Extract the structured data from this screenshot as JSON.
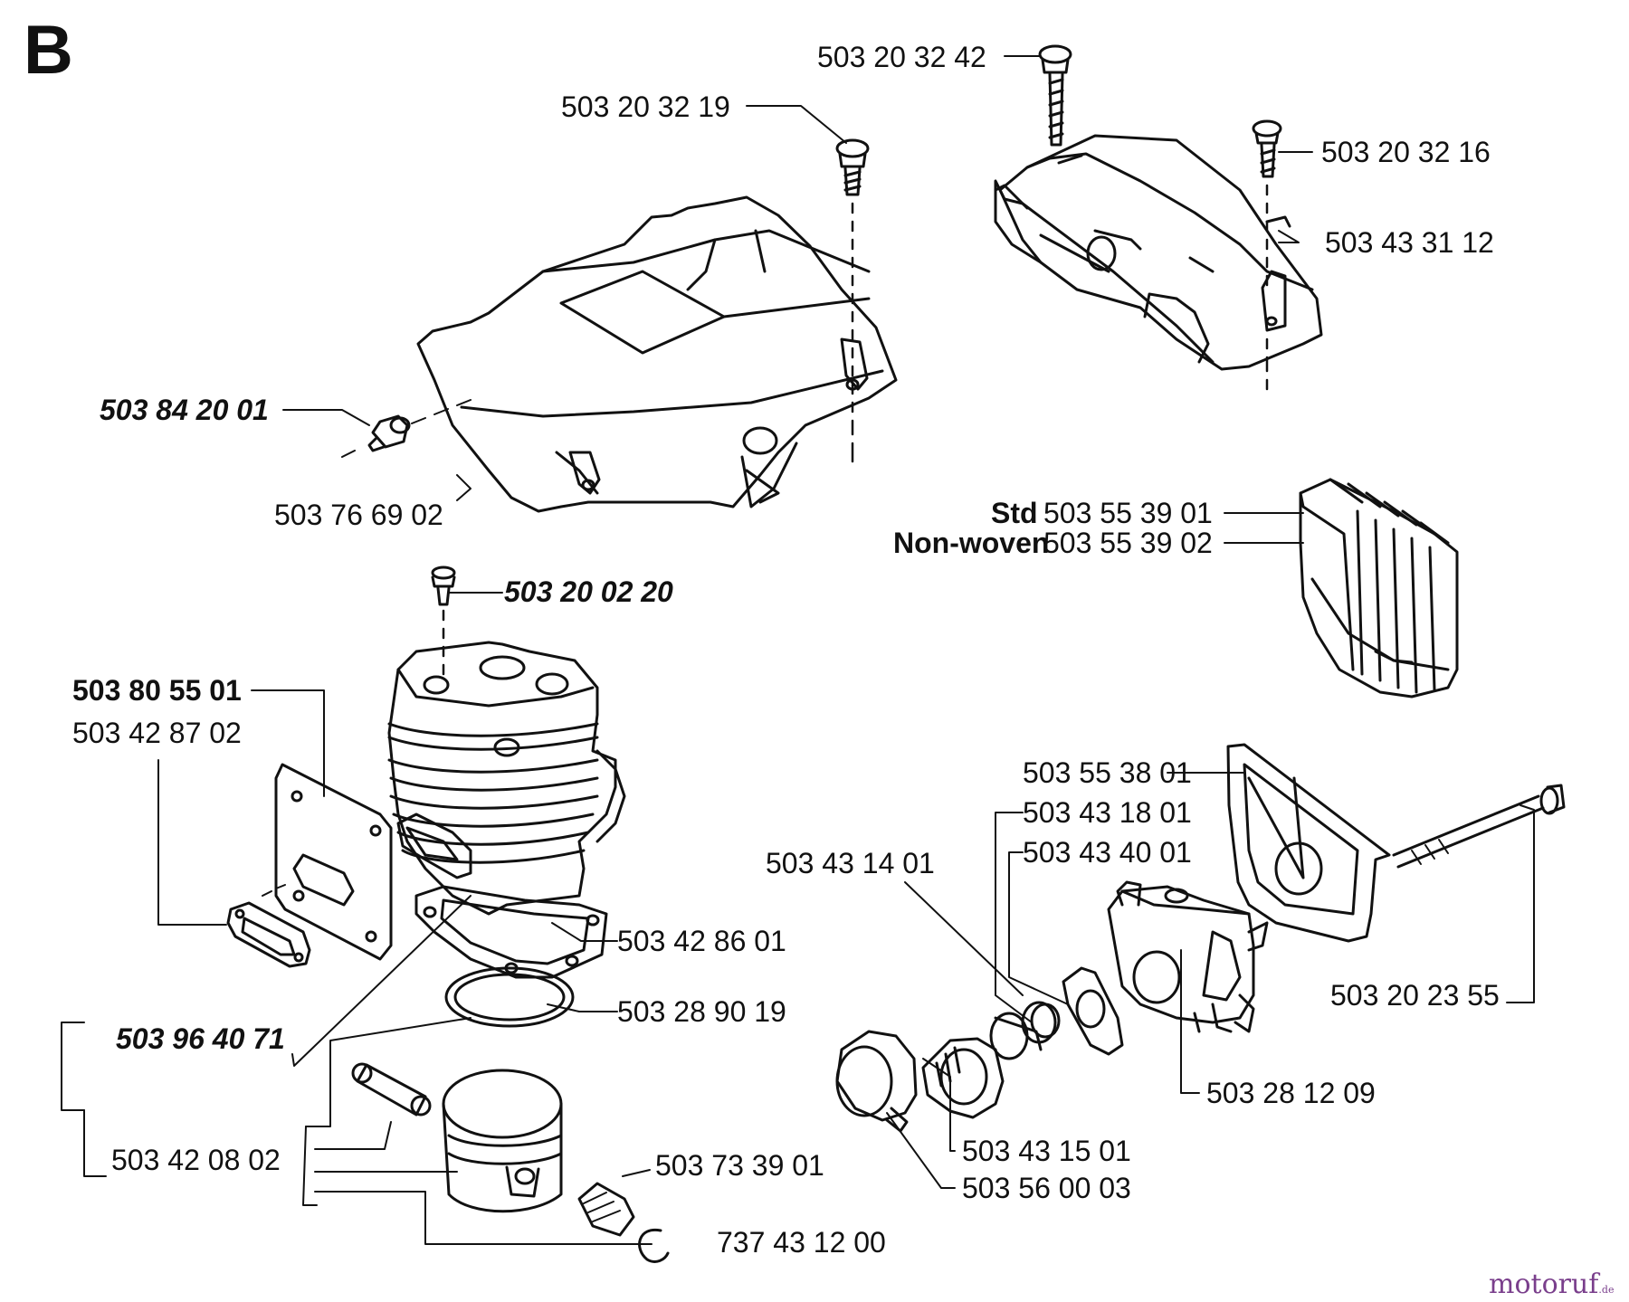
{
  "section_letter": "B",
  "watermark": {
    "brand": "motoruf",
    "suffix": ".de"
  },
  "colors": {
    "ink": "#111111",
    "watermark_brand": "#7a3f8c",
    "watermark_accent": "#c79a2b"
  },
  "labels": {
    "p_5032032_42": "503 20 32 42",
    "p_5032032_19": "503 20 32 19",
    "p_5032032_16": "503 20 32 16",
    "p_503433112": "503 43 31 12",
    "p_503842001": "503 84 20 01",
    "p_503766902": "503 76 69 02",
    "std_prefix": "Std",
    "p_503553901": "503 55 39 01",
    "nonwoven_prefix": "Non-woven",
    "p_503553902": "503 55 39 02",
    "p_503200220": "503 20 02 20",
    "p_503805501": "503 80 55 01",
    "p_503428702": "503 42 87 02",
    "p_503553801": "503 55 38 01",
    "p_503431801": "503 43 18 01",
    "p_503434001": "503 43 40 01",
    "p_503431401": "503 43 14 01",
    "p_503428601": "503 42 86 01",
    "p_503289019": "503 28 90 19",
    "p_503964071": "503 96 40 71",
    "p_503202355": "503 20  23 55",
    "p_503281209": "503 28 12 09",
    "p_503420802": "503 42 08 02",
    "p_503733901": "503 73 39 01",
    "p_503431501": "503 43 15 01",
    "p_503560003": "503 56 00 03",
    "p_737431200": "737 43 12 00"
  }
}
